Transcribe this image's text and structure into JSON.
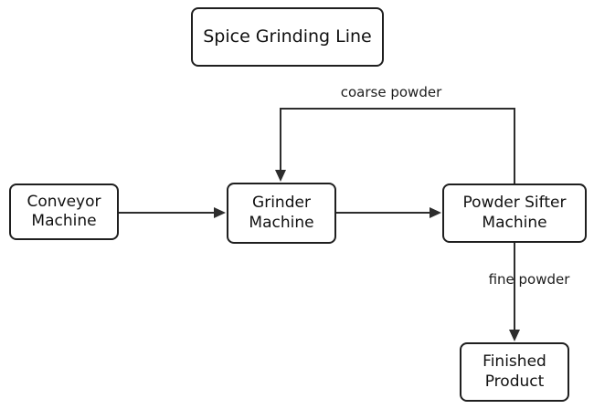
{
  "diagram": {
    "title": "Spice Grinding Line",
    "nodes": {
      "conveyor": {
        "label": "Conveyor Machine"
      },
      "grinder": {
        "label": "Grinder Machine"
      },
      "sifter": {
        "label": "Powder Sifter Machine"
      },
      "finished": {
        "label": "Finished Product"
      }
    },
    "edges": {
      "conveyor_to_grinder": {
        "label": ""
      },
      "grinder_to_sifter": {
        "label": ""
      },
      "sifter_to_grinder": {
        "label": "coarse powder"
      },
      "sifter_to_finished": {
        "label": "fine powder"
      }
    },
    "colors": {
      "line": "#2d2d2d",
      "border": "#1f1f1f",
      "text": "#111111",
      "background": "#ffffff"
    }
  }
}
